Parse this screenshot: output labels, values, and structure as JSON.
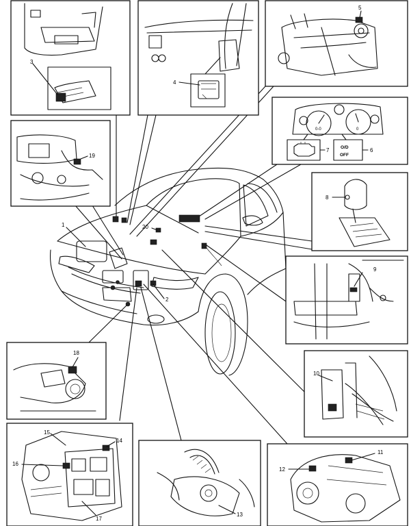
{
  "callouts": [
    "1",
    "2",
    "3",
    "4",
    "5",
    "6",
    "7",
    "8",
    "9",
    "10",
    "11",
    "12",
    "13",
    "14",
    "15",
    "16",
    "17",
    "18",
    "19",
    "20"
  ],
  "indicator_text": {
    "line1": "O/D",
    "line2": "OFF"
  },
  "cluster_marks": {
    "left": "0-0",
    "right": "0"
  }
}
